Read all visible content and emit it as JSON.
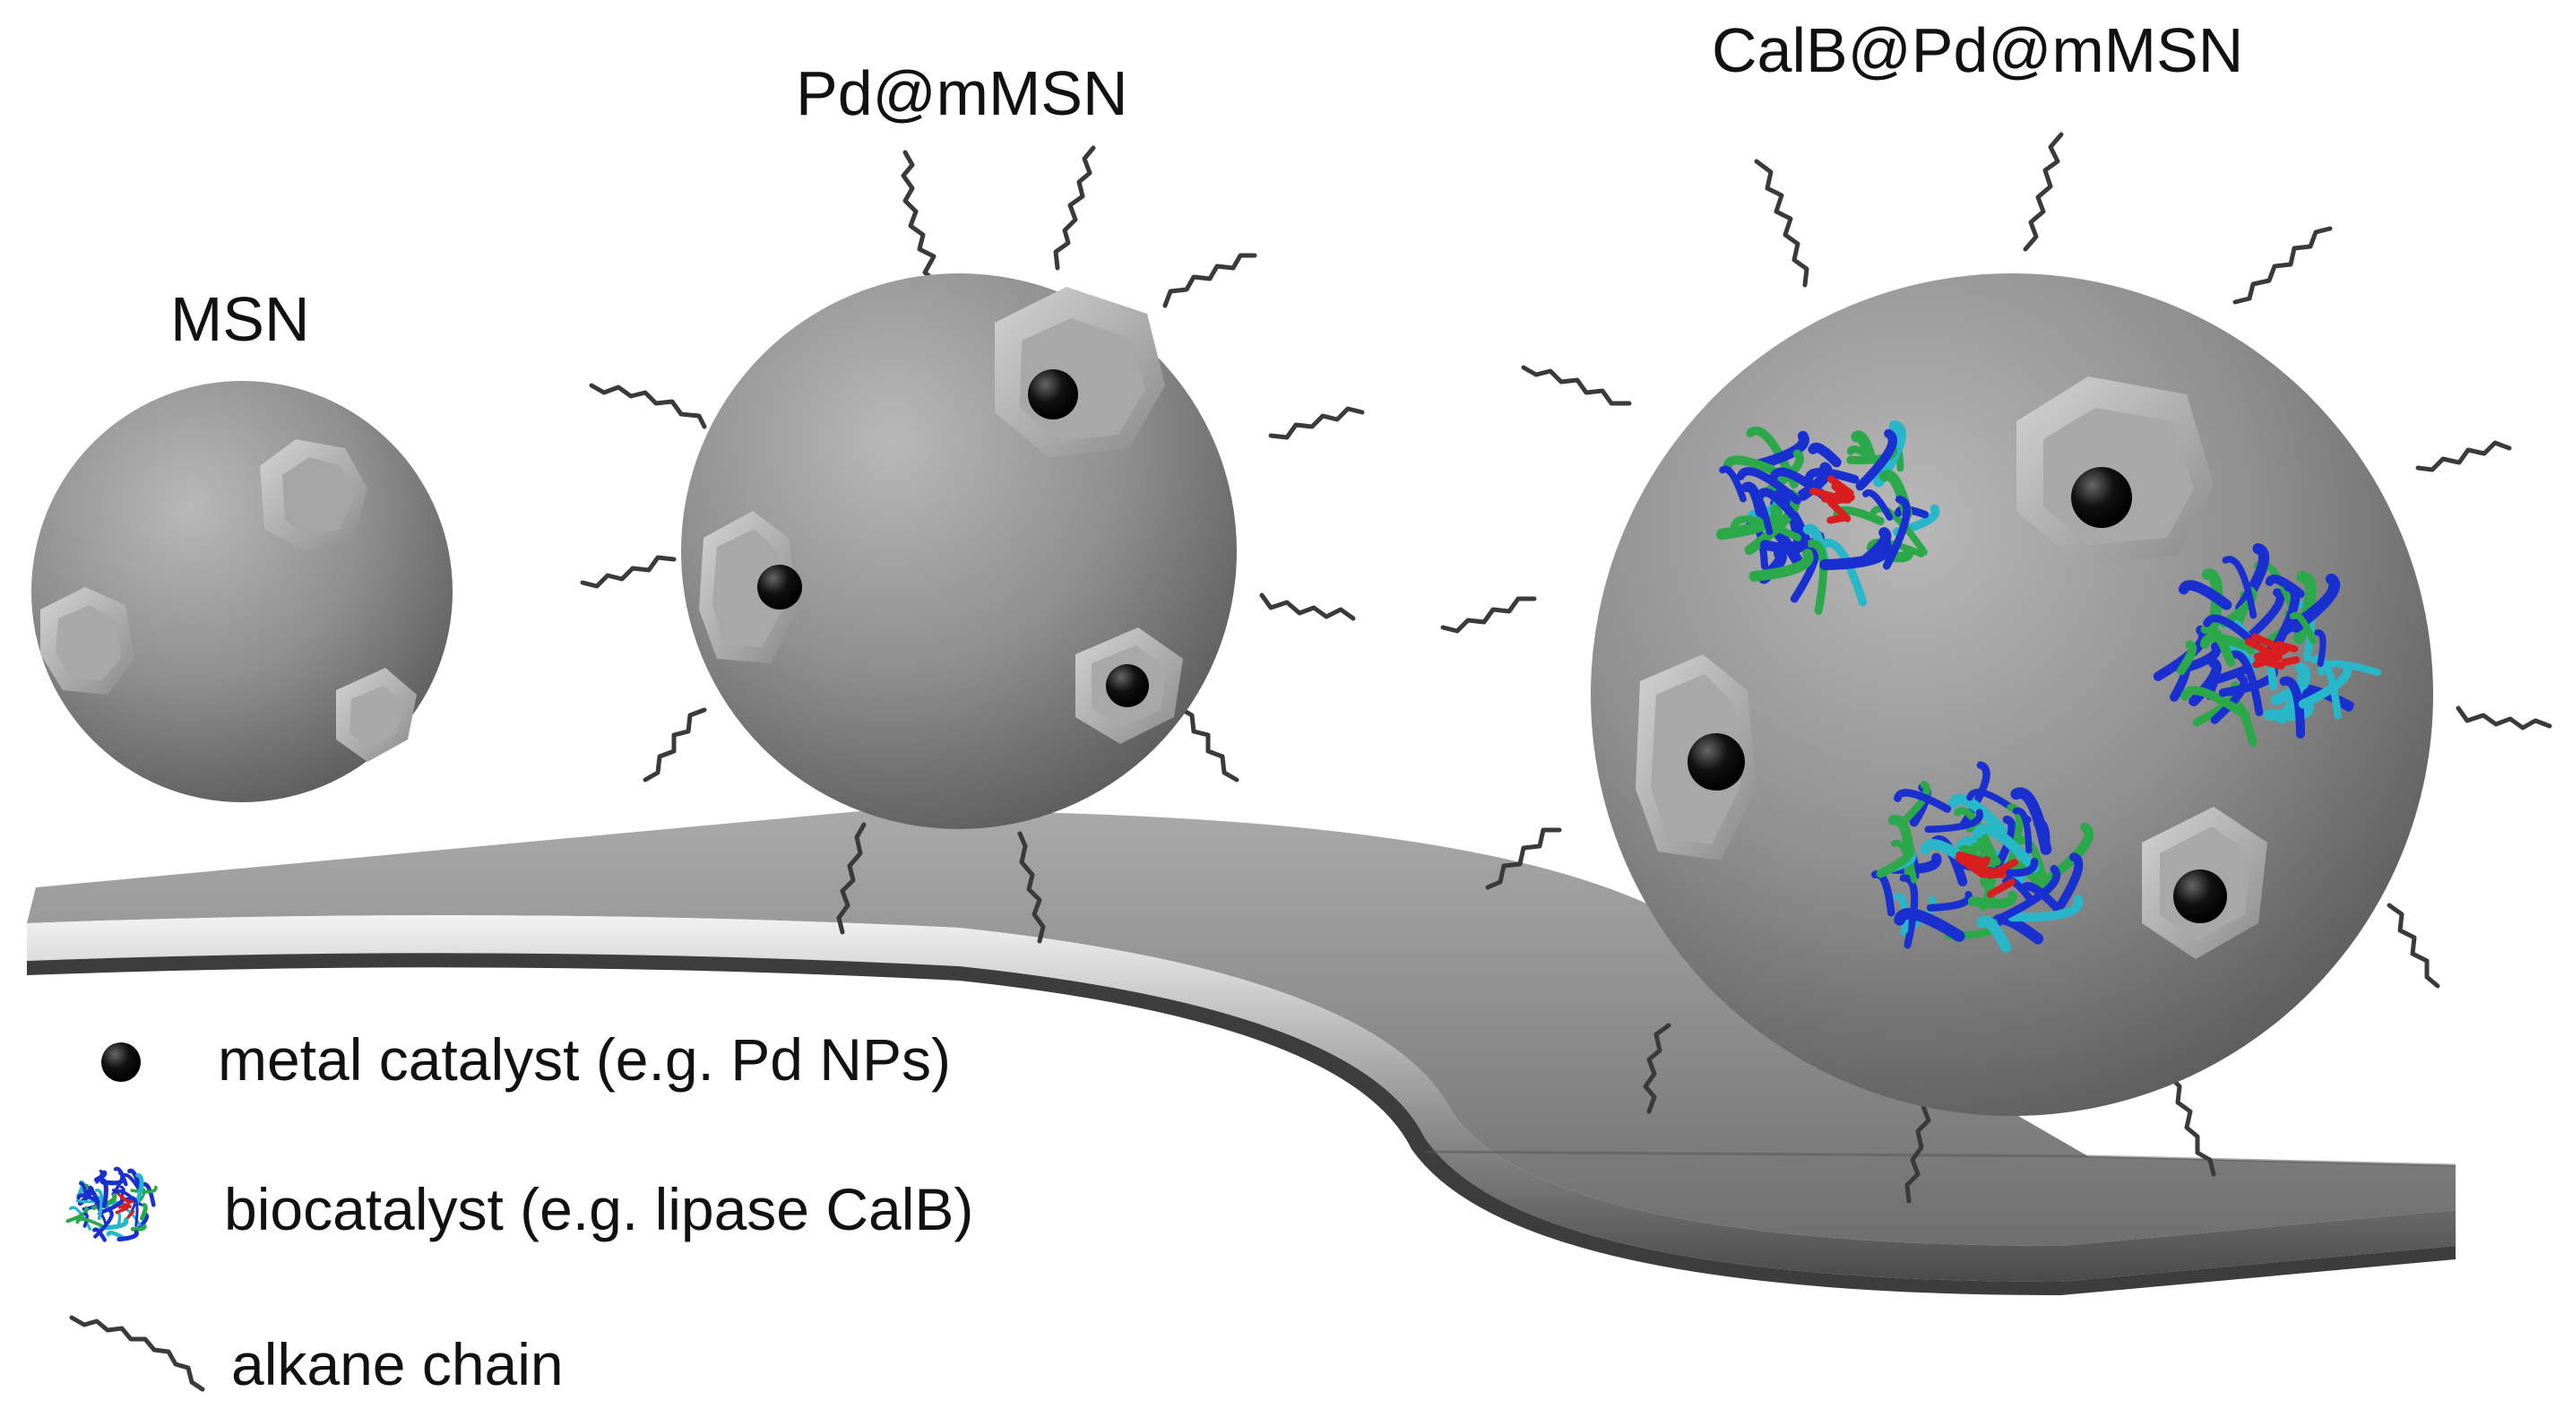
{
  "labels": {
    "msn": "MSN",
    "pd_mmsn": "Pd@mMSN",
    "calb_pd_mmsn": "CalB@Pd@mMSN"
  },
  "legend": {
    "metal_catalyst": "metal catalyst (e.g. Pd NPs)",
    "biocatalyst": "biocatalyst (e.g. lipase CalB)",
    "alkane_chain": "alkane chain"
  },
  "icons": {
    "metal": "black-dot-icon",
    "enzyme": "protein-ribbon-icon",
    "chain": "alkane-chain-icon"
  },
  "colors": {
    "sphere": "#8c8c8c",
    "metal": "#0a0a0a",
    "chain": "#3a3a3a",
    "enzyme_blue": "#1a2fd0",
    "enzyme_green": "#2aa84a",
    "enzyme_cyan": "#27b7c9",
    "enzyme_red": "#d81e1e"
  }
}
